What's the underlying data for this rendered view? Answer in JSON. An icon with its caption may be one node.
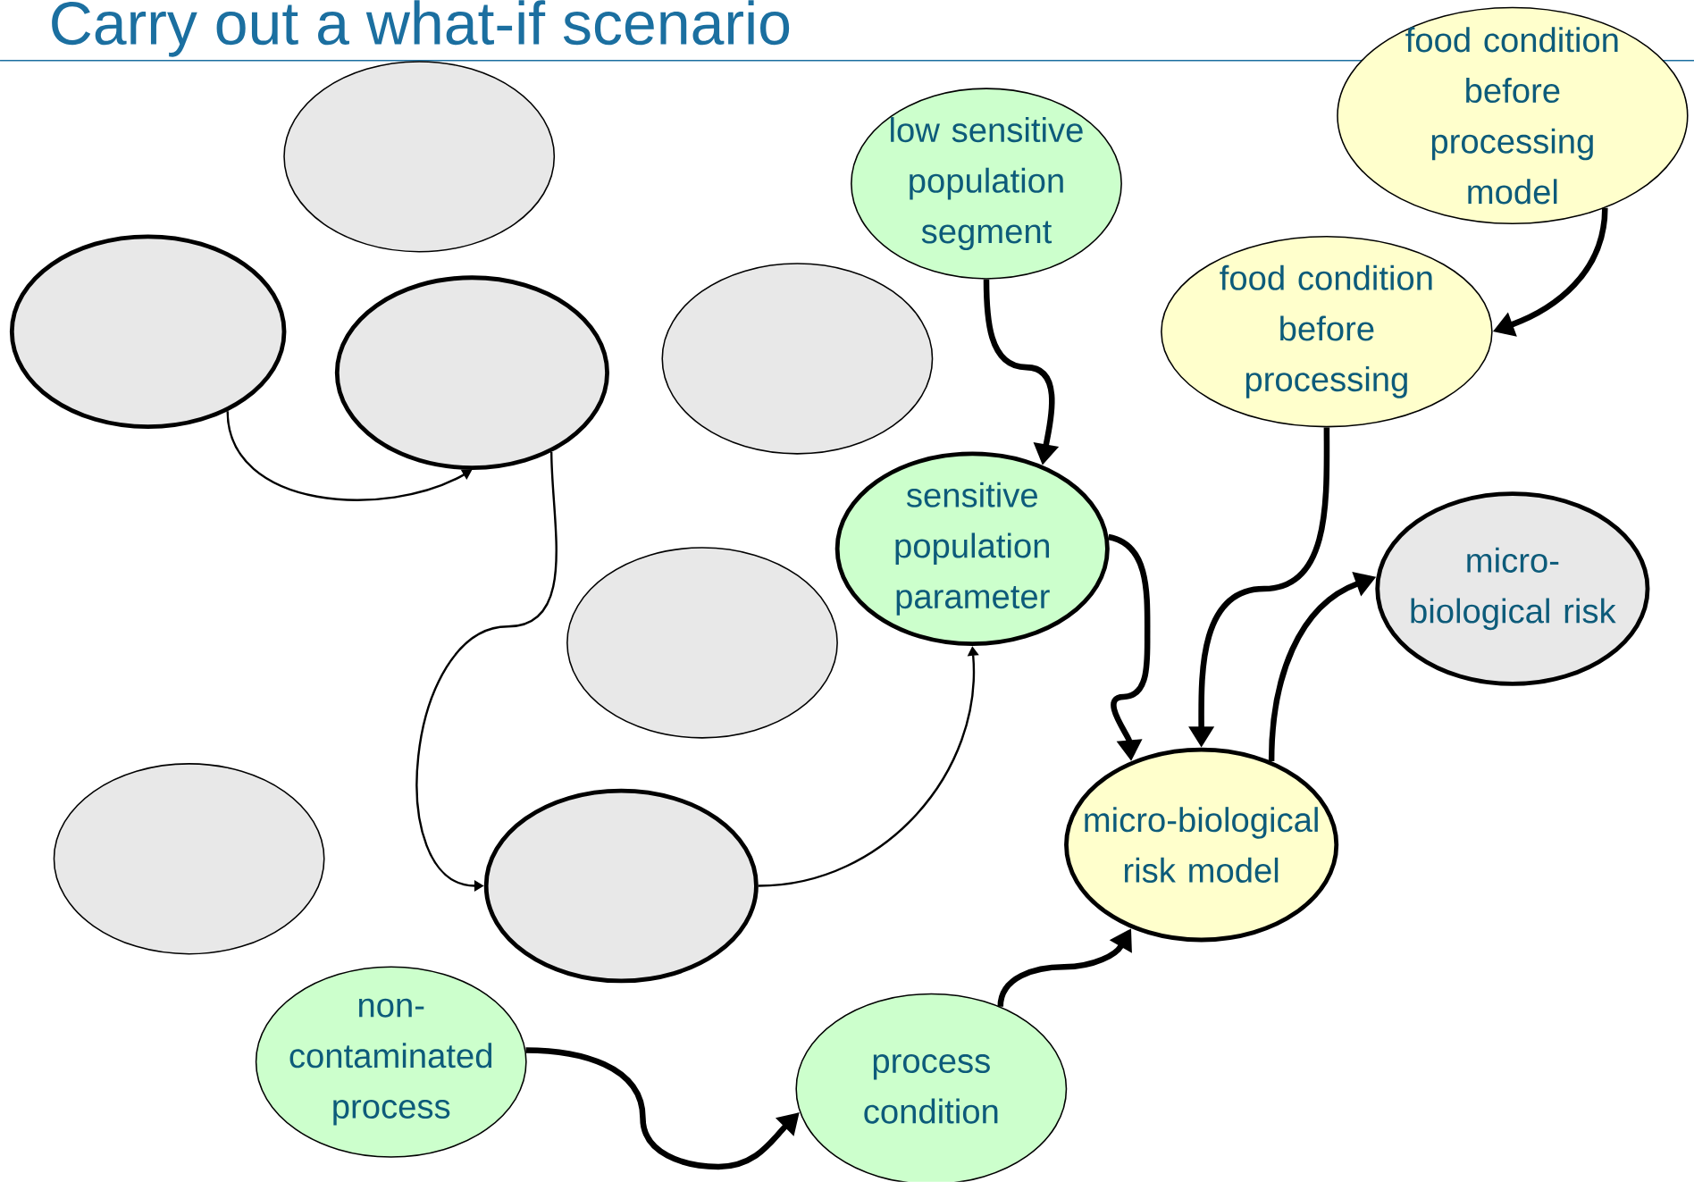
{
  "diagram": {
    "title": "Carry out a what-if scenario",
    "nodes": [
      {
        "text": [],
        "shape": "ellipse"
      },
      {
        "text": [],
        "shape": "ellipse"
      },
      {
        "text": [],
        "shape": "ellipse"
      },
      {
        "text": [],
        "shape": "ellipse"
      },
      {
        "text": [],
        "shape": "ellipse"
      },
      {
        "text": [],
        "shape": "ellipse"
      },
      {
        "text": [],
        "shape": "ellipse"
      },
      {
        "text": [
          "low sensitive population segment"
        ]
      },
      {
        "text": [
          "food condition before processing model"
        ]
      },
      {
        "text": [
          "food condition before processing"
        ]
      },
      {
        "text": [
          "sensitive population parameter"
        ]
      },
      {
        "text": [
          "micro-biological risk"
        ]
      },
      {
        "text": [
          "micro-biological risk model"
        ]
      },
      {
        "text": [
          "non-contaminated process"
        ]
      },
      {
        "text": [
          "process condition"
        ]
      }
    ],
    "edges": [
      {
        "from": 1,
        "to": 2,
        "arrow": "to"
      },
      {
        "from": 2,
        "to": 6,
        "arrow": "to"
      },
      {
        "from": 6,
        "to": 10,
        "arrow": "to"
      },
      {
        "from": 7,
        "to": 10,
        "arrow": "to"
      },
      {
        "from": 8,
        "to": 9,
        "arrow": "to"
      },
      {
        "from": 9,
        "to": 12,
        "arrow": "to"
      },
      {
        "from": 10,
        "to": 12,
        "arrow": "to"
      },
      {
        "from": 12,
        "to": 11,
        "arrow": "to"
      },
      {
        "from": 13,
        "to": 14,
        "arrow": "to"
      },
      {
        "from": 14,
        "to": 12,
        "arrow": "to"
      }
    ]
  }
}
